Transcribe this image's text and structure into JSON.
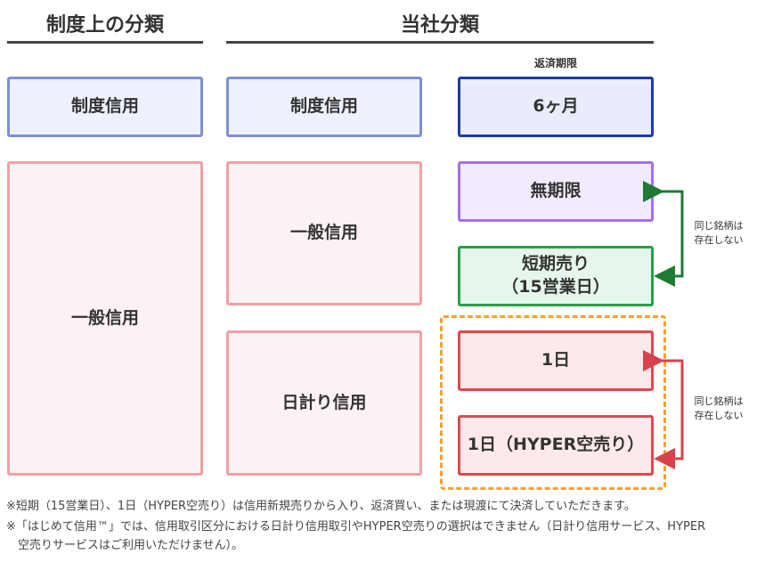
{
  "headers": {
    "system": "制度上の分類",
    "company": "当社分類",
    "repayment_period": "返済期限"
  },
  "system_column": {
    "seido": "制度信用",
    "ippan": "一般信用"
  },
  "company_column": {
    "seido": "制度信用",
    "ippan": "一般信用",
    "hibakari": "日計り信用"
  },
  "period_column": {
    "six_months": "6ヶ月",
    "unlimited": "無期限",
    "short_sell": "短期売り\n（15営業日）",
    "one_day": "1日",
    "one_day_hyper": "1日（HYPER空売り）"
  },
  "side_notes": {
    "top": "同じ銘柄は\n存在しない",
    "bottom": "同じ銘柄は\n存在しない"
  },
  "footnotes": [
    "※短期（15営業日）、1日（HYPER空売り）は信用新規売りから入り、返済買い、または現渡にて決済していただきます。",
    "※「はじめて信用™」では、信用取引区分における日計り信用取引やHYPER空売りの選択はできません（日計り信用サービス、HYPER",
    "空売りサービスはご利用いただけません）。"
  ],
  "colors": {
    "arrow_green": "#1f7a33",
    "arrow_red": "#d9414a",
    "dashed_orange": "#f5a030"
  }
}
